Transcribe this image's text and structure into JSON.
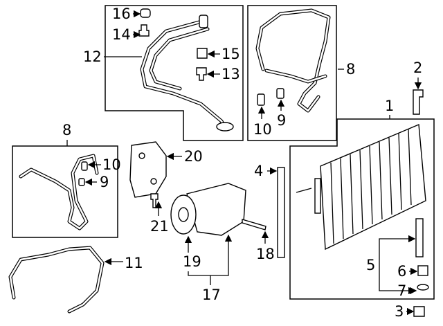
{
  "diagram": {
    "callouts": {
      "c16": "16",
      "c14": "14",
      "c12": "12",
      "c15": "15",
      "c13": "13",
      "c8_top": "8",
      "c10_top": "10",
      "c9_top": "9",
      "c2": "2",
      "c1": "1",
      "c8_left": "8",
      "c10_left": "10",
      "c9_left": "9",
      "c20": "20",
      "c4": "4",
      "c21": "21",
      "c19": "19",
      "c18": "18",
      "c11": "11",
      "c17": "17",
      "c5": "5",
      "c6": "6",
      "c7": "7",
      "c3": "3"
    }
  }
}
